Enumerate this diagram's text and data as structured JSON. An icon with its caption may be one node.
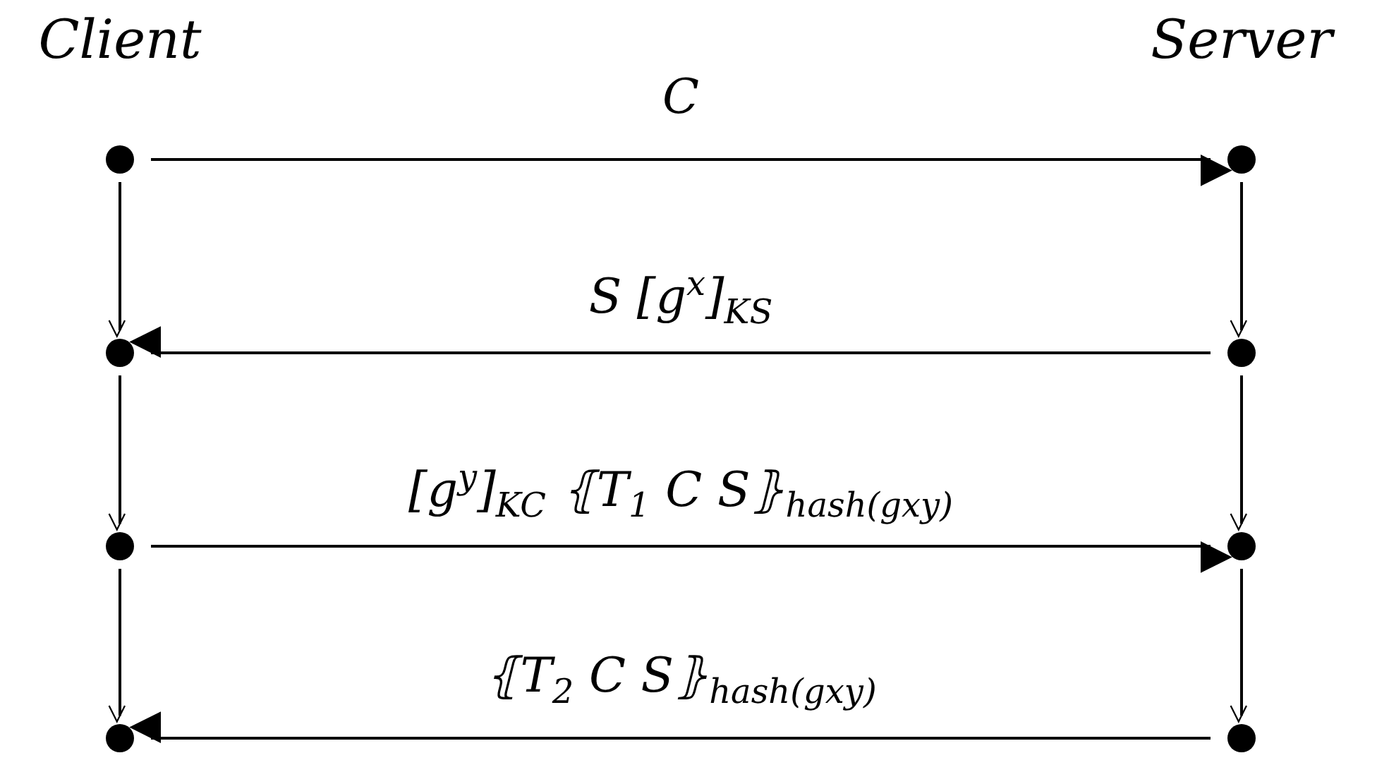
{
  "diagram": {
    "nodes": [
      {
        "text": [],
        "shape": "circle"
      },
      {
        "text": [],
        "shape": "circle"
      },
      {
        "text": [],
        "shape": "circle"
      },
      {
        "text": [],
        "shape": "circle"
      },
      {
        "text": [],
        "shape": "circle"
      },
      {
        "text": [],
        "shape": "circle"
      },
      {
        "text": [],
        "shape": "circle"
      },
      {
        "text": [],
        "shape": "circle"
      }
    ],
    "edges": [
      {
        "from": 0,
        "to": 1,
        "arrow": "to",
        "label": "C"
      },
      {
        "from": 0,
        "to": 2,
        "arrow": "to"
      },
      {
        "from": 1,
        "to": 3,
        "arrow": "to"
      },
      {
        "from": 3,
        "to": 2,
        "arrow": "to",
        "label": "S [g$^{x}$]$_{KS}$"
      },
      {
        "from": 2,
        "to": 4,
        "arrow": "to"
      },
      {
        "from": 3,
        "to": 5,
        "arrow": "to"
      },
      {
        "from": 4,
        "to": 5,
        "arrow": "to",
        "label": "[g$^{y}$]$_{KC}$ ⦃T$_{1}$ C S⦄$_{hash(gxy)}$"
      },
      {
        "from": 4,
        "to": 6,
        "arrow": "to"
      },
      {
        "from": 5,
        "to": 7,
        "arrow": "to"
      },
      {
        "from": 7,
        "to": 6,
        "arrow": "to",
        "label": "⦃T$_{2}$ C S⦄$_{hash(gxy)}$"
      }
    ],
    "labels": [
      "Client",
      "Server"
    ]
  }
}
